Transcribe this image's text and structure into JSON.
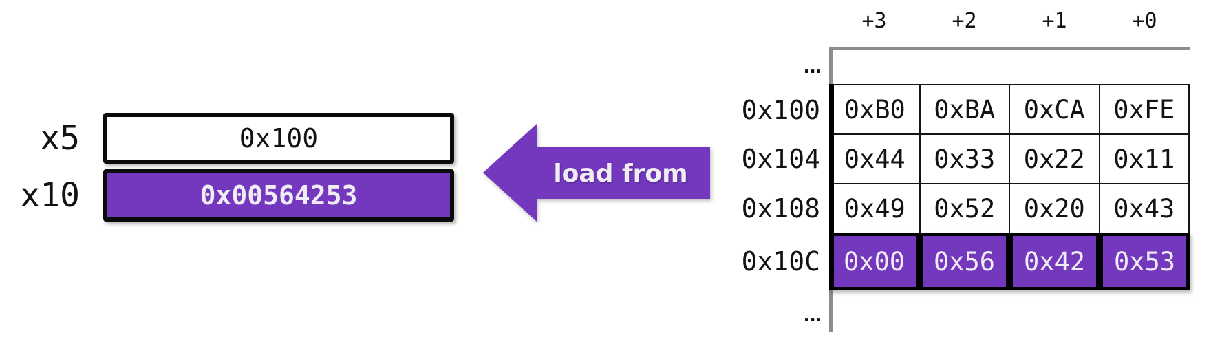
{
  "colors": {
    "purple": "#7338be",
    "off_white": "#f0ecf4",
    "gray_line": "#8c8c8c",
    "ink": "#121212"
  },
  "registers": {
    "items": [
      {
        "name": "x5",
        "value": "0x100",
        "highlighted": false
      },
      {
        "name": "x10",
        "value": "0x00564253",
        "highlighted": true
      }
    ]
  },
  "arrow": {
    "label": "load from"
  },
  "memory": {
    "byte_offset_headers": [
      "+3",
      "+2",
      "+1",
      "+0"
    ],
    "ellipsis_top": "…",
    "ellipsis_bottom": "…",
    "rows": [
      {
        "address": "0x100",
        "cells": [
          "0xB0",
          "0xBA",
          "0xCA",
          "0xFE"
        ],
        "highlighted": false
      },
      {
        "address": "0x104",
        "cells": [
          "0x44",
          "0x33",
          "0x22",
          "0x11"
        ],
        "highlighted": false
      },
      {
        "address": "0x108",
        "cells": [
          "0x49",
          "0x52",
          "0x20",
          "0x43"
        ],
        "highlighted": false
      },
      {
        "address": "0x10C",
        "cells": [
          "0x00",
          "0x56",
          "0x42",
          "0x53"
        ],
        "highlighted": true
      }
    ]
  }
}
